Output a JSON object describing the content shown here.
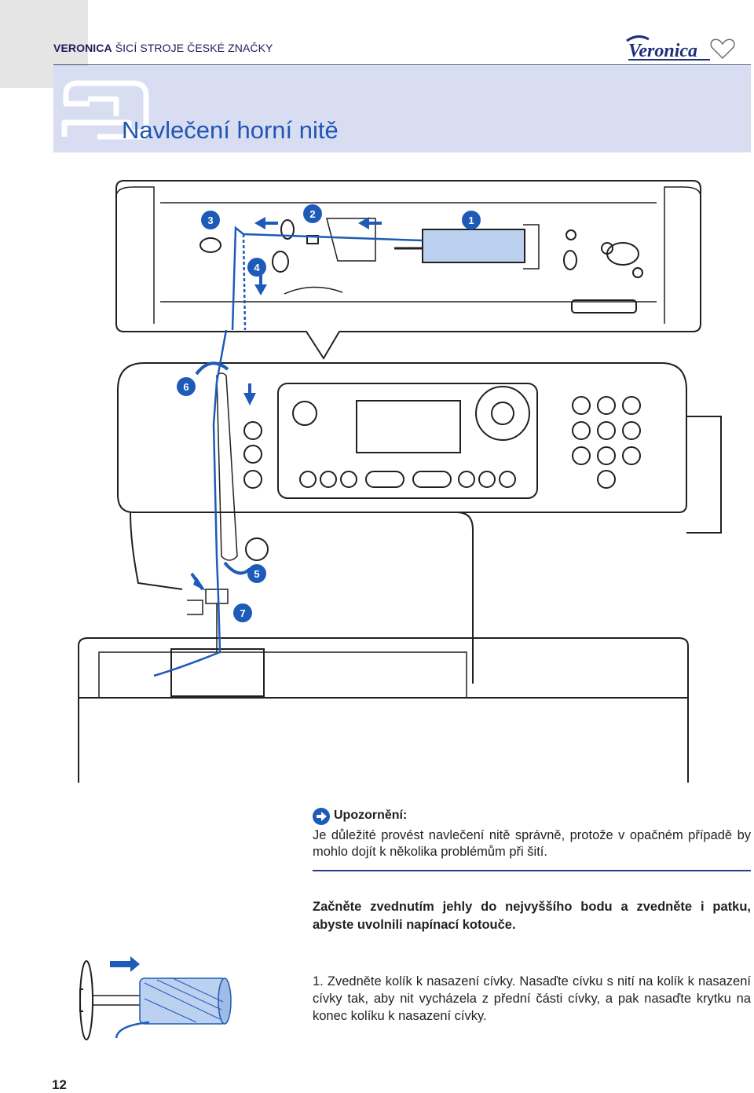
{
  "header": {
    "brand_bold": "VERONICA",
    "brand_rest": "ŠICÍ STROJE ČESKÉ ZNAČKY",
    "logo_text": "Veronica"
  },
  "title": "Navlečení horní nitě",
  "illustration": {
    "callouts": [
      "1",
      "2",
      "3",
      "4",
      "5",
      "6",
      "7"
    ],
    "colors": {
      "thread": "#1e5bb8",
      "outline": "#231f20"
    }
  },
  "notice": {
    "title": "Upozornění:",
    "text": "Je důležité provést navlečení nitě správně, protože v opačném případě by mohlo dojít k několika problémům při šití."
  },
  "intro": "Začněte zvednutím jehly do nejvyššího bodu a zvedněte i patku, abyste uvolnili napínací kotouče.",
  "step1": "1. Zvedněte kolík k nasazení cívky. Nasaďte cívku s nití na kolík k nasazení cívky tak, aby nit vycházela z přední části cívky, a pak nasaďte krytku na konec kolíku k nasazení cívky.",
  "page_number": "12"
}
